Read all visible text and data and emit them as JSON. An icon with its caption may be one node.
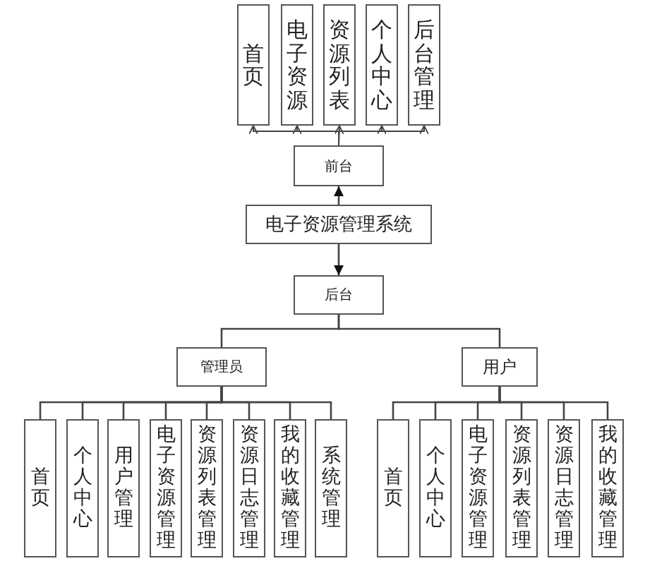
{
  "diagram": {
    "nodes": [
      {
        "text": [
          "首页"
        ]
      },
      {
        "text": [
          "电子资源"
        ]
      },
      {
        "text": [
          "资源列表"
        ]
      },
      {
        "text": [
          "个人中心"
        ]
      },
      {
        "text": [
          "后台管理"
        ]
      },
      {
        "text": [
          "前台"
        ]
      },
      {
        "text": [
          "电子资源管理系统"
        ]
      },
      {
        "text": [
          "后台"
        ]
      },
      {
        "text": [
          "管理员"
        ]
      },
      {
        "text": [
          "用户"
        ]
      },
      {
        "text": [
          "首页"
        ]
      },
      {
        "text": [
          "个人中心"
        ]
      },
      {
        "text": [
          "用户管理"
        ]
      },
      {
        "text": [
          "电子资源管理"
        ]
      },
      {
        "text": [
          "资源列表管理"
        ]
      },
      {
        "text": [
          "资源日志管理"
        ]
      },
      {
        "text": [
          "我的收藏管理"
        ]
      },
      {
        "text": [
          "系统管理"
        ]
      },
      {
        "text": [
          "首页"
        ]
      },
      {
        "text": [
          "个人中心"
        ]
      },
      {
        "text": [
          "电子资源管理"
        ]
      },
      {
        "text": [
          "资源列表管理"
        ]
      },
      {
        "text": [
          "资源日志管理"
        ]
      },
      {
        "text": [
          "我的收藏管理"
        ]
      }
    ],
    "edges": [
      {
        "from": 5,
        "to": 0,
        "arrow": "to"
      },
      {
        "from": 5,
        "to": 1,
        "arrow": "to"
      },
      {
        "from": 5,
        "to": 2,
        "arrow": "to"
      },
      {
        "from": 5,
        "to": 3,
        "arrow": "to"
      },
      {
        "from": 5,
        "to": 4,
        "arrow": "to"
      },
      {
        "from": 6,
        "to": 5,
        "arrow": "to"
      },
      {
        "from": 6,
        "to": 7,
        "arrow": "to"
      },
      {
        "from": 7,
        "to": 8,
        "arrow": "none"
      },
      {
        "from": 7,
        "to": 9,
        "arrow": "none"
      },
      {
        "from": 8,
        "to": 10,
        "arrow": "none"
      },
      {
        "from": 8,
        "to": 11,
        "arrow": "none"
      },
      {
        "from": 8,
        "to": 12,
        "arrow": "none"
      },
      {
        "from": 8,
        "to": 13,
        "arrow": "none"
      },
      {
        "from": 8,
        "to": 14,
        "arrow": "none"
      },
      {
        "from": 8,
        "to": 15,
        "arrow": "none"
      },
      {
        "from": 8,
        "to": 16,
        "arrow": "none"
      },
      {
        "from": 8,
        "to": 17,
        "arrow": "none"
      },
      {
        "from": 9,
        "to": 18,
        "arrow": "none"
      },
      {
        "from": 9,
        "to": 19,
        "arrow": "none"
      },
      {
        "from": 9,
        "to": 20,
        "arrow": "none"
      },
      {
        "from": 9,
        "to": 21,
        "arrow": "none"
      },
      {
        "from": 9,
        "to": 22,
        "arrow": "none"
      },
      {
        "from": 9,
        "to": 23,
        "arrow": "none"
      }
    ]
  }
}
